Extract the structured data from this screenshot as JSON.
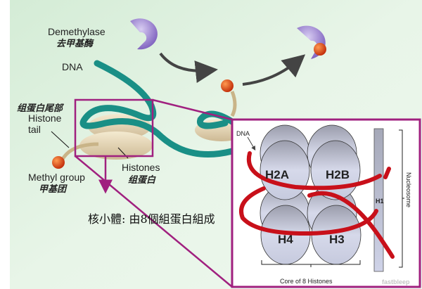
{
  "labels": {
    "demethylase": "Demethylase",
    "demethylase_zh": "去甲基酶",
    "dna": "DNA",
    "histone_tail_zh": "组蛋白尾部",
    "histone_tail_line1": "Histone",
    "histone_tail_line2": "tail",
    "methyl_group": "Methyl group",
    "methyl_group_zh": "甲基团",
    "histones": "Histones",
    "histones_zh": "组蛋白",
    "caption": "核小體: 由8個組蛋白組成"
  },
  "inset": {
    "dna": "DNA",
    "h2a": "H2A",
    "h2b": "H2B",
    "h4": "H4",
    "h3": "H3",
    "h1": "H1",
    "nucleosome": "Nucleosome",
    "core": "Core of 8 Histones",
    "watermark": "fastbleep"
  },
  "colors": {
    "background": "#e3f2e3",
    "dna_strand": "#1a8f86",
    "box": "#a0207f",
    "inset_dna": "#c8101a",
    "histone": "#c9cce0",
    "enzyme": "#8a70c4",
    "methyl": "#d8401a"
  }
}
